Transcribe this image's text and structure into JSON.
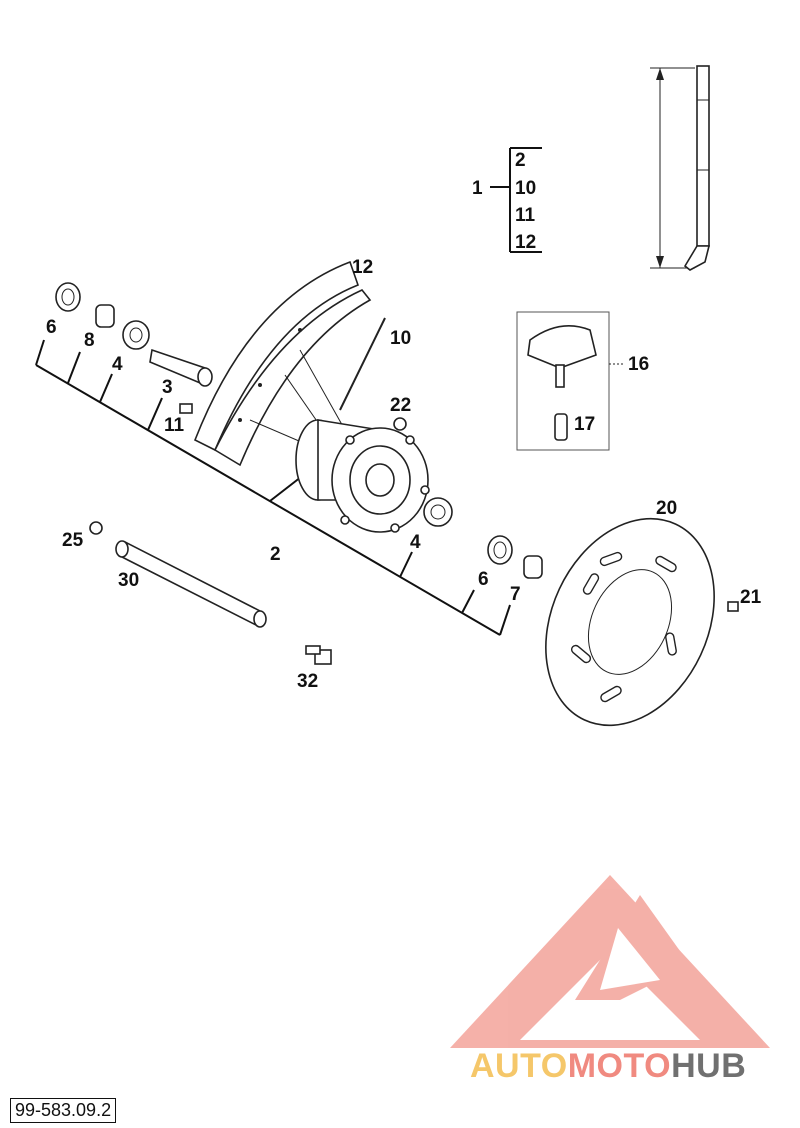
{
  "callouts": {
    "p1": "1",
    "p2": "2",
    "p3": "3",
    "p4": "4",
    "p6": "6",
    "p7": "7",
    "p8": "8",
    "p10": "10",
    "p11": "11",
    "p12": "12",
    "p16": "16",
    "p17": "17",
    "p20": "20",
    "p21": "21",
    "p22": "22",
    "p25": "25",
    "p30": "30",
    "p32": "32"
  },
  "assembly_group": {
    "label": "1",
    "items": [
      "2",
      "10",
      "11",
      "12"
    ]
  },
  "watermark": {
    "part_a": "AUTO",
    "part_b": "MOTO",
    "part_c": "HUB",
    "color_a": "#f5c76a",
    "color_b": "#f08a80",
    "color_c": "#707070"
  },
  "doc_code": "99-583.09.2"
}
